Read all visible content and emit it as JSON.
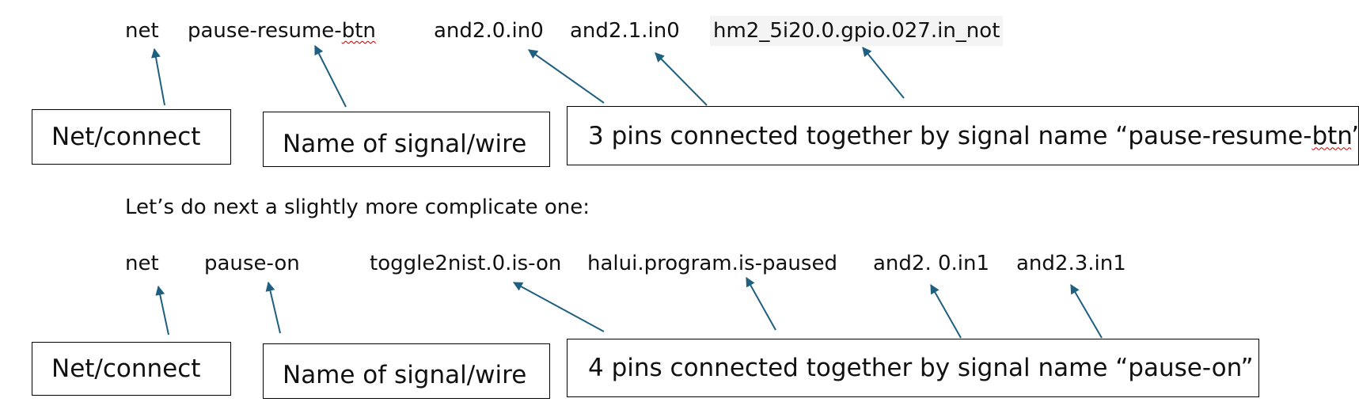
{
  "line1": {
    "net": "net",
    "signal_a": "pause-resume-",
    "signal_b": "btn",
    "pin1": "and2.0.in0",
    "pin2": "and2.1.in0",
    "pin3": "hm2_5i20.0.gpio.027.in_not"
  },
  "row1_boxes": {
    "net": "Net/connect",
    "signal": "Name of signal/wire",
    "pins_a": "3 pins connected together by signal name “pause-resume-",
    "pins_b": "btn",
    "pins_c": "”"
  },
  "intro": "Let’s do next a slightly more complicate one:",
  "line2": {
    "net": "net",
    "signal": "pause-on",
    "pin1": "toggle2nist.0.is-on",
    "pin2": "halui.program.is-paused",
    "pin3": "and2. 0.in1",
    "pin4": "and2.3.in1"
  },
  "row2_boxes": {
    "net": "Net/connect",
    "signal": "Name of signal/wire",
    "pins": "4 pins connected together by signal name “pause-on”"
  },
  "colors": {
    "arrow": "#1f5f7f",
    "spellcheck": "#c00000"
  }
}
